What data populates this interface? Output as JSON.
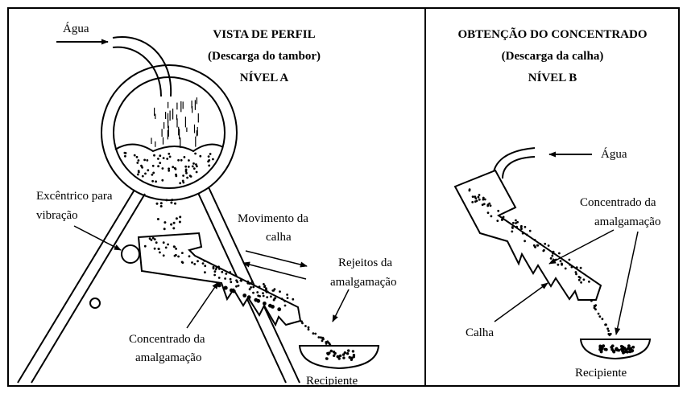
{
  "panel_a": {
    "title": "VISTA DE PERFIL",
    "subtitle": "(Descarga do tambor)",
    "level": "NÍVEL A",
    "labels": {
      "water": "Água",
      "eccentric_1": "Excêntrico para",
      "eccentric_2": "vibração",
      "movement_1": "Movimento da",
      "movement_2": "calha",
      "tailings_1": "Rejeitos da",
      "tailings_2": "amalgamação",
      "concentrate_1": "Concentrado da",
      "concentrate_2": "amalgamação",
      "container": "Recipiente"
    }
  },
  "panel_b": {
    "title": "OBTENÇÃO DO CONCENTRADO",
    "subtitle": "(Descarga da calha)",
    "level": "NÍVEL B",
    "labels": {
      "water": "Água",
      "concentrate_1": "Concentrado da",
      "concentrate_2": "amalgamação",
      "trough": "Calha",
      "container": "Recipiente"
    }
  },
  "colors": {
    "ink": "#000000",
    "paper": "#ffffff"
  }
}
